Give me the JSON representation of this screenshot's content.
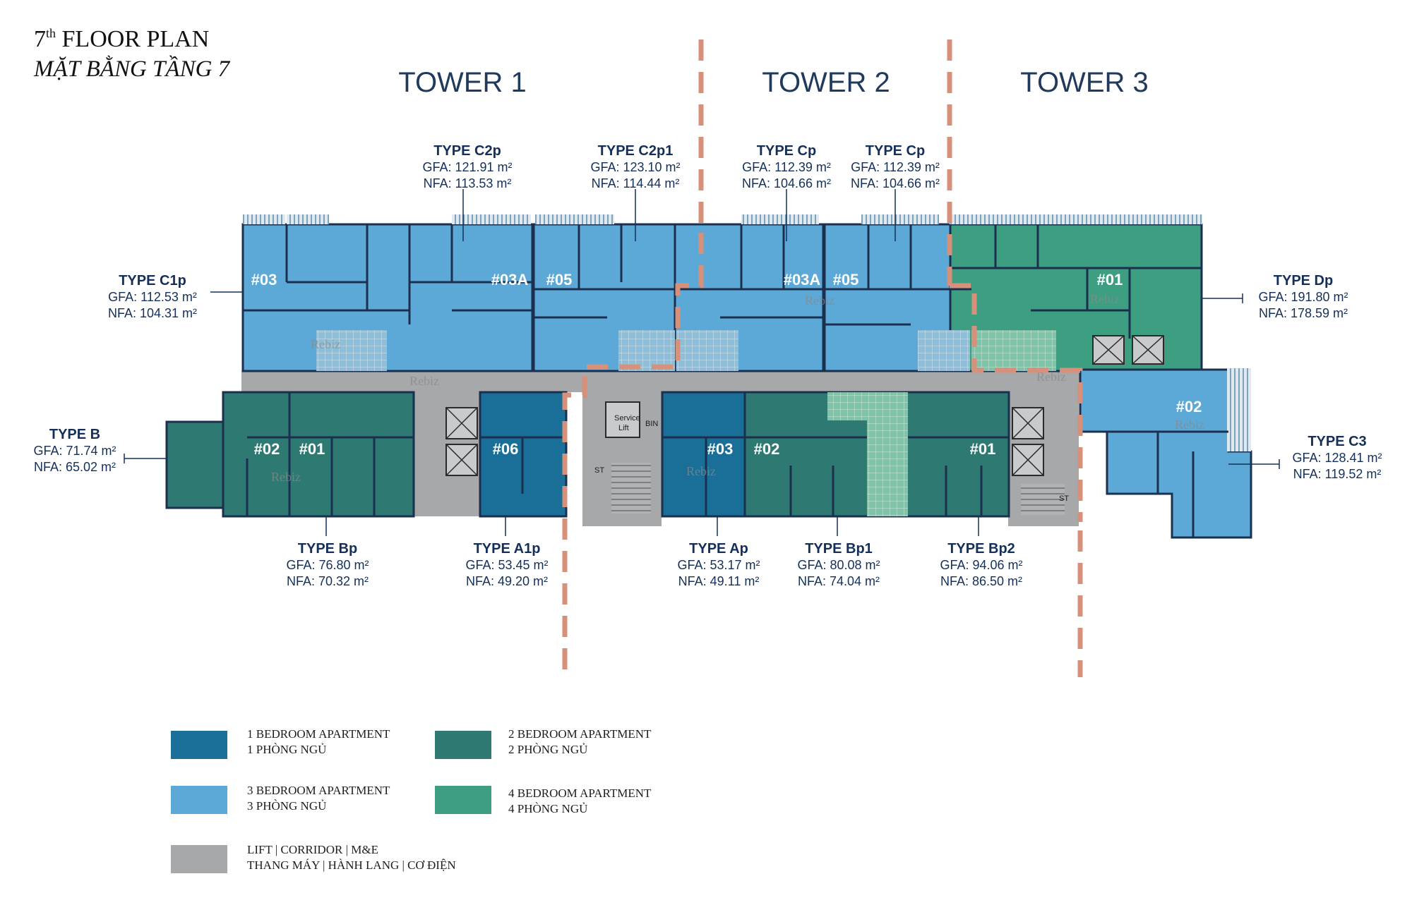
{
  "title": {
    "floor_prefix": "7",
    "floor_sup": "th",
    "floor_rest": " FLOOR PLAN",
    "vn": "MẶT BẰNG TẦNG 7"
  },
  "towers": [
    "TOWER 1",
    "TOWER 2",
    "TOWER 3"
  ],
  "colors": {
    "one_bed": "#1a6f98",
    "three_bed": "#5ca8d6",
    "two_bed": "#2e7a72",
    "four_bed": "#3e9e82",
    "service": "#a6a8aa",
    "divider": "#d7917a",
    "title": "#14305a"
  },
  "types": [
    {
      "name": "TYPE C2p",
      "gfa": "GFA: 121.91 m²",
      "nfa": "NFA: 113.53 m²"
    },
    {
      "name": "TYPE C2p1",
      "gfa": "GFA: 123.10 m²",
      "nfa": "NFA: 114.44 m²"
    },
    {
      "name": "TYPE Cp",
      "gfa": "GFA: 112.39 m²",
      "nfa": "NFA: 104.66 m²"
    },
    {
      "name": "TYPE Cp",
      "gfa": "GFA: 112.39 m²",
      "nfa": "NFA: 104.66 m²"
    },
    {
      "name": "TYPE C1p",
      "gfa": "GFA: 112.53 m²",
      "nfa": "NFA: 104.31 m²"
    },
    {
      "name": "TYPE Dp",
      "gfa": "GFA: 191.80 m²",
      "nfa": "NFA: 178.59 m²"
    },
    {
      "name": "TYPE B",
      "gfa": "GFA: 71.74 m²",
      "nfa": "NFA: 65.02 m²"
    },
    {
      "name": "TYPE C3",
      "gfa": "GFA: 128.41 m²",
      "nfa": "NFA: 119.52 m²"
    },
    {
      "name": "TYPE Bp",
      "gfa": "GFA: 76.80 m²",
      "nfa": "NFA: 70.32 m²"
    },
    {
      "name": "TYPE A1p",
      "gfa": "GFA: 53.45 m²",
      "nfa": "NFA: 49.20 m²"
    },
    {
      "name": "TYPE Ap",
      "gfa": "GFA: 53.17 m²",
      "nfa": "NFA: 49.11 m²"
    },
    {
      "name": "TYPE Bp1",
      "gfa": "GFA: 80.08 m²",
      "nfa": "NFA: 74.04 m²"
    },
    {
      "name": "TYPE Bp2",
      "gfa": "GFA: 94.06 m²",
      "nfa": "NFA: 86.50 m²"
    }
  ],
  "units": [
    "#03",
    "#03A",
    "#05",
    "#03A",
    "#05",
    "#01",
    "#02",
    "#01",
    "#06",
    "#03",
    "#02",
    "#01",
    "#02"
  ],
  "core_labels": {
    "service_lift_1": "Service",
    "service_lift_2": "Lift",
    "bin": "BIN",
    "stair": "ST"
  },
  "watermark": "Rebiz",
  "legend": [
    {
      "en": "1 BEDROOM APARTMENT",
      "vn": "1 PHÒNG NGỦ",
      "color_key": "one_bed"
    },
    {
      "en": "2 BEDROOM APARTMENT",
      "vn": "2 PHÒNG NGỦ",
      "color_key": "two_bed"
    },
    {
      "en": "3 BEDROOM APARTMENT",
      "vn": "3 PHÒNG NGỦ",
      "color_key": "three_bed"
    },
    {
      "en": "4 BEDROOM APARTMENT",
      "vn": "4 PHÒNG NGỦ",
      "color_key": "four_bed"
    },
    {
      "en": "LIFT | CORRIDOR | M&E",
      "vn": "THANG MÁY | HÀNH LANG | CƠ ĐIỆN",
      "color_key": "service"
    }
  ]
}
